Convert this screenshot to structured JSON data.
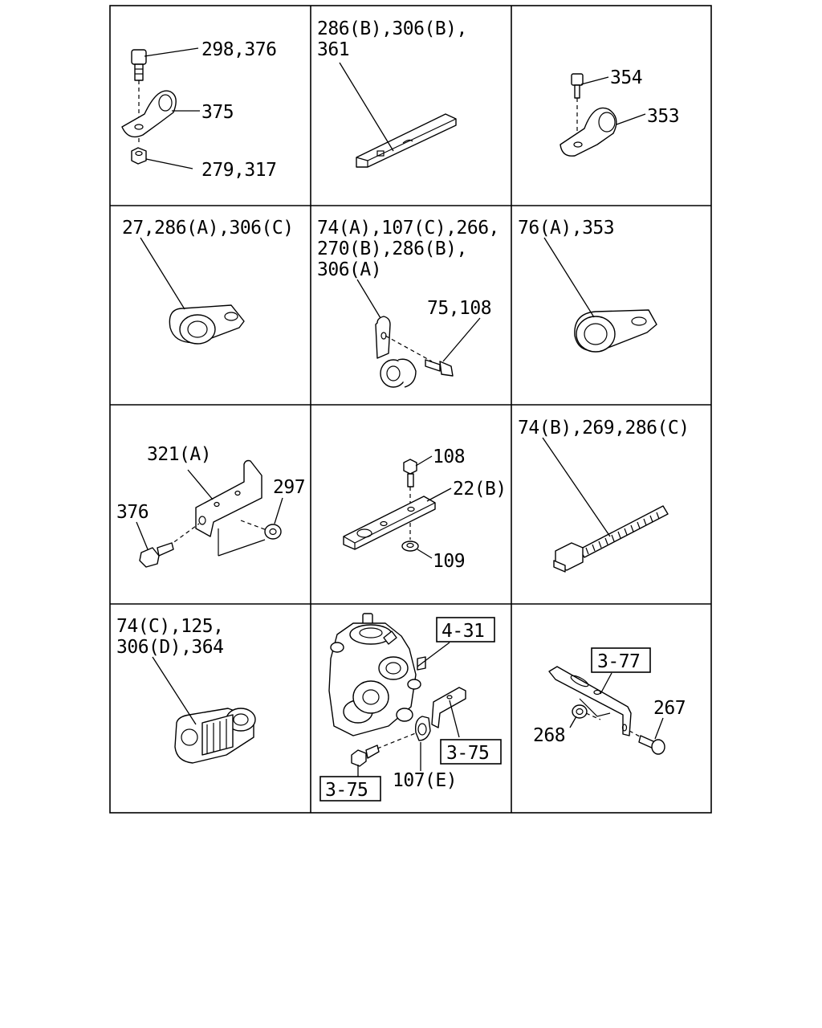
{
  "cells": [
    {
      "id": "r1c1",
      "labels": [
        "298,376",
        "375",
        "279,317"
      ]
    },
    {
      "id": "r1c2",
      "labels": [
        "286(B),306(B),",
        "361"
      ]
    },
    {
      "id": "r1c3",
      "labels": [
        "354",
        "353"
      ]
    },
    {
      "id": "r2c1",
      "labels": [
        "27,286(A),306(C)"
      ]
    },
    {
      "id": "r2c2",
      "labels": [
        "74(A),107(C),266,",
        "270(B),286(B),",
        "306(A)",
        "75,108"
      ]
    },
    {
      "id": "r2c3",
      "labels": [
        "76(A),353"
      ]
    },
    {
      "id": "r3c1",
      "labels": [
        "321(A)",
        "297",
        "376"
      ]
    },
    {
      "id": "r3c2",
      "labels": [
        "108",
        "22(B)",
        "109"
      ]
    },
    {
      "id": "r3c3",
      "labels": [
        "74(B),269,286(C)"
      ]
    },
    {
      "id": "r4c1",
      "labels": [
        "74(C),125,",
        "306(D),364"
      ]
    },
    {
      "id": "r4c2",
      "labels": [
        "107(E)"
      ],
      "refs": [
        "4-31",
        "3-75",
        "3-75"
      ]
    },
    {
      "id": "r4c3",
      "labels": [
        "268",
        "267"
      ],
      "refs": [
        "3-77"
      ]
    }
  ]
}
